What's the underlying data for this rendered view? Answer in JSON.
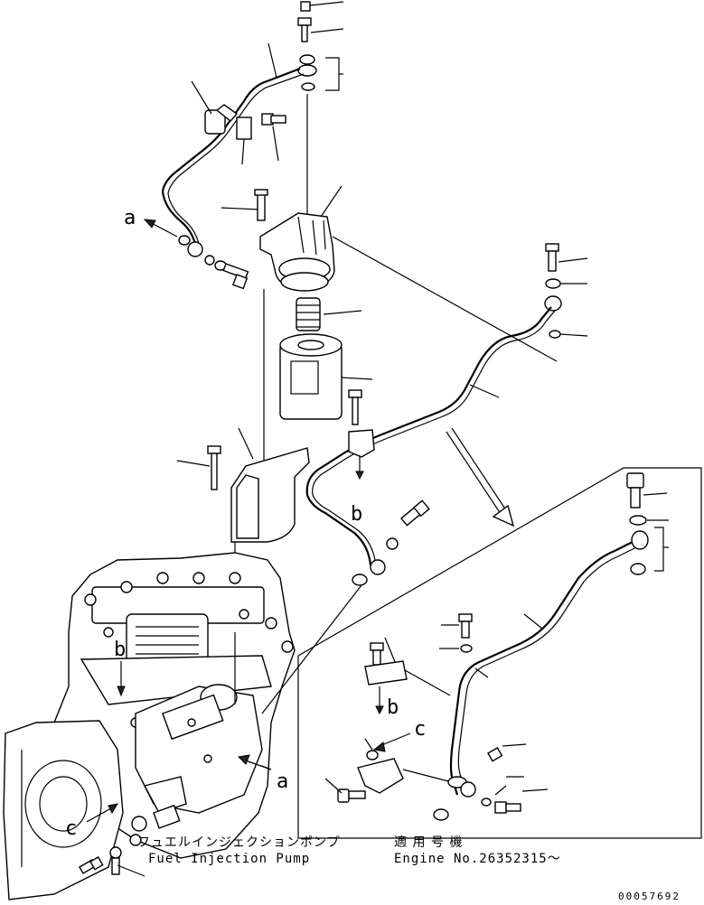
{
  "labels": {
    "a_upper": "a",
    "a_lower": "a",
    "b_mid": "b",
    "b_left": "b",
    "b_inset": "b",
    "c_left": "c",
    "c_inset": "c"
  },
  "captions": {
    "pump_jp": "フュエルインジェクションポンプ",
    "pump_en": "Fuel Injection Pump",
    "serial_jp": "適 用 号 機",
    "serial_en": "Engine No.26352315～"
  },
  "drawing_code": "00057692",
  "colors": {
    "line": "#000000",
    "background": "#ffffff"
  }
}
